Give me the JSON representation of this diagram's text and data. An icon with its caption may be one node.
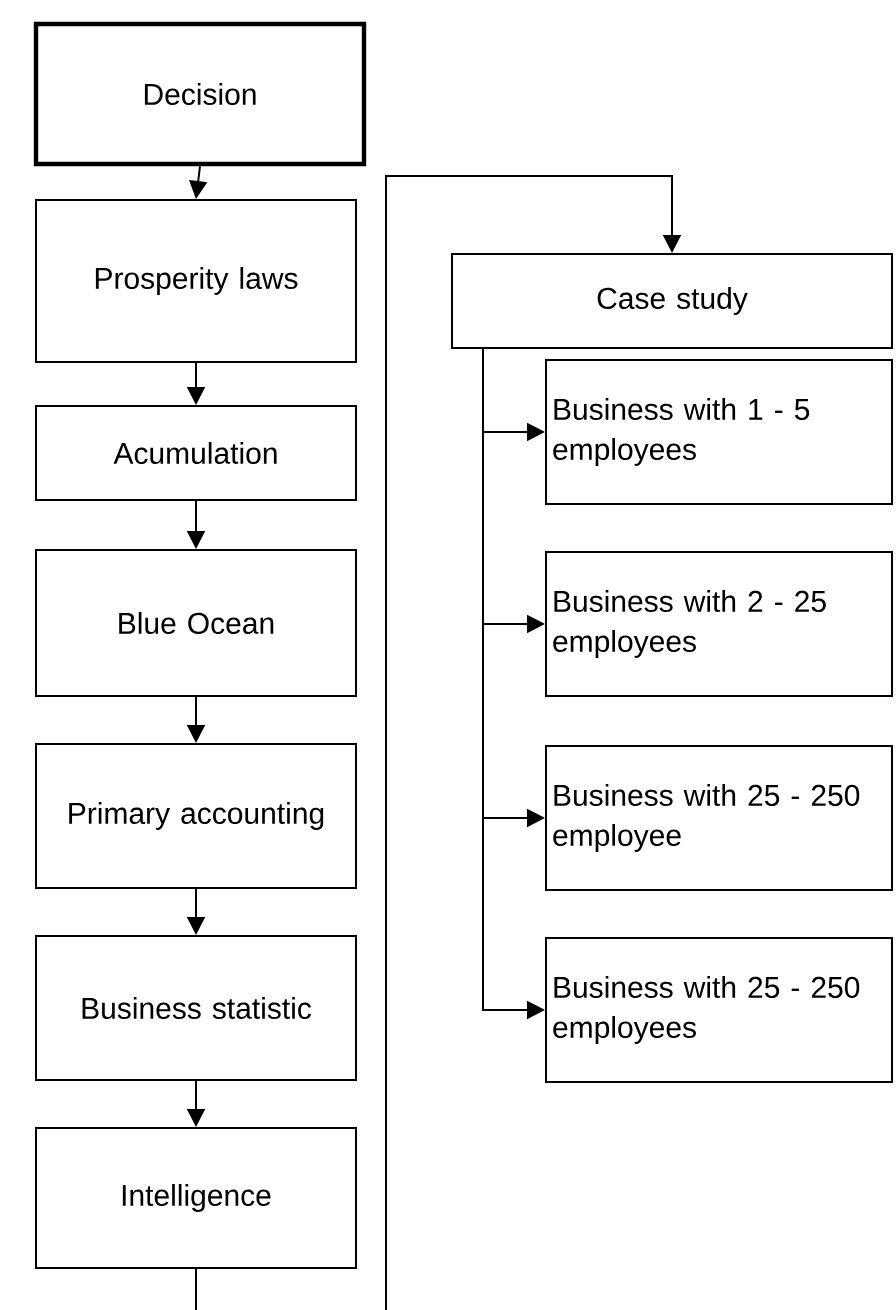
{
  "diagram": {
    "nodes": [
      {
        "text": [
          "Decision"
        ]
      },
      {
        "text": [
          "Prosperity laws"
        ]
      },
      {
        "text": [
          "Acumulation"
        ]
      },
      {
        "text": [
          "Blue Ocean"
        ]
      },
      {
        "text": [
          "Primary accounting"
        ]
      },
      {
        "text": [
          "Business statistic"
        ]
      },
      {
        "text": [
          "Intelligence"
        ]
      },
      {
        "text": [
          "Case study"
        ]
      },
      {
        "text": [
          "Business with 1 - 5 employees"
        ]
      },
      {
        "text": [
          "Business with 2 - 25 employees"
        ]
      },
      {
        "text": [
          "Business with 25 - 250 employee"
        ]
      },
      {
        "text": [
          "Business with 25 - 250 employees"
        ]
      }
    ],
    "edges": [
      {
        "from": 0,
        "to": 1,
        "arrow": "to"
      },
      {
        "from": 1,
        "to": 2,
        "arrow": "to"
      },
      {
        "from": 2,
        "to": 3,
        "arrow": "to"
      },
      {
        "from": 3,
        "to": 4,
        "arrow": "to"
      },
      {
        "from": 4,
        "to": 5,
        "arrow": "to"
      },
      {
        "from": 5,
        "to": 6,
        "arrow": "to"
      },
      {
        "from": 6,
        "to": 7,
        "arrow": "to"
      },
      {
        "from": 7,
        "to": 8,
        "arrow": "to"
      },
      {
        "from": 7,
        "to": 9,
        "arrow": "to"
      },
      {
        "from": 7,
        "to": 10,
        "arrow": "to"
      },
      {
        "from": 7,
        "to": 11,
        "arrow": "to"
      }
    ]
  }
}
